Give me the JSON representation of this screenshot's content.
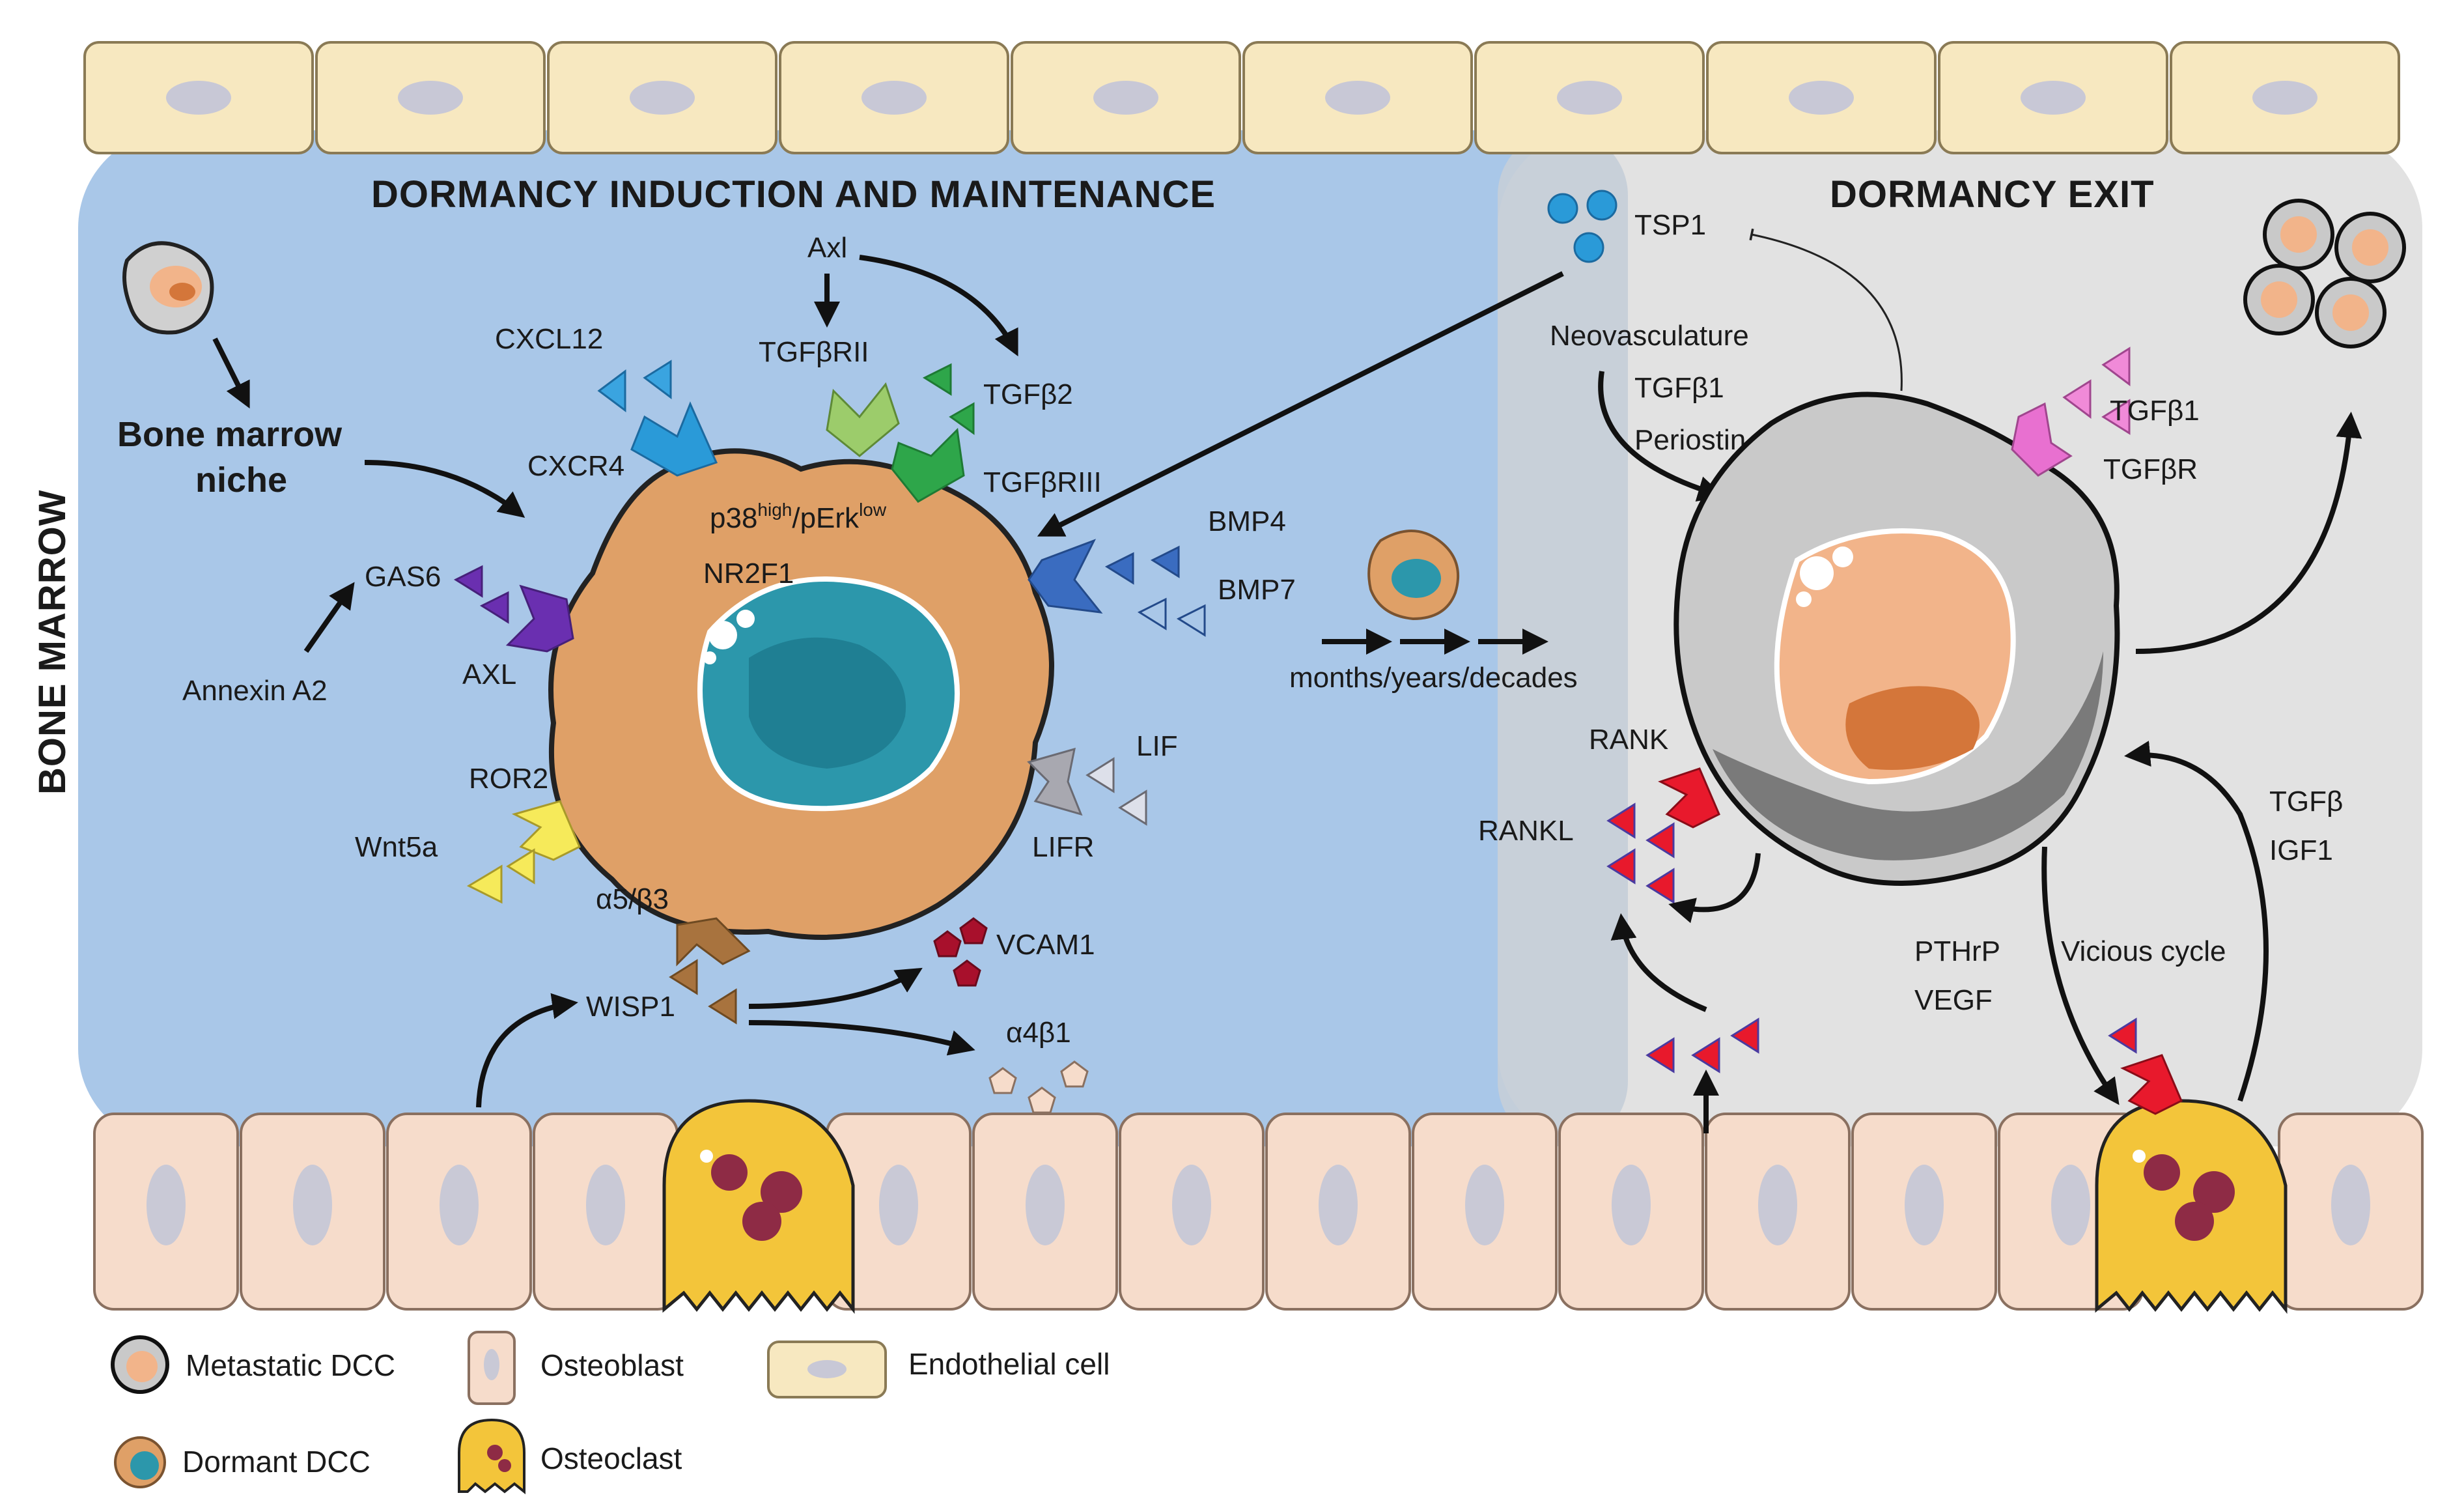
{
  "headers": {
    "induction": "DORMANCY INDUCTION AND MAINTENANCE",
    "exit": "DORMANCY EXIT",
    "side": "BONE MARROW"
  },
  "labels": {
    "niche_line1": "Bone marrow",
    "niche_line2": "niche",
    "cxcl12": "CXCL12",
    "cxcr4": "CXCR4",
    "axl_top": "Axl",
    "tgfbrii": "TGFβRII",
    "tgfb2": "TGFβ2",
    "tgfbriii": "TGFβRIII",
    "bmp4": "BMP4",
    "bmp7": "BMP7",
    "gas6": "GAS6",
    "axl": "AXL",
    "annexin": "Annexin A2",
    "ror2": "ROR2",
    "wnt5a": "Wnt5a",
    "a5b3": "α5/β3",
    "wisp1": "WISP1",
    "vcam1": "VCAM1",
    "a4b1": "α4β1",
    "lif": "LIF",
    "lifr": "LIFR",
    "p38": "p38",
    "p38_sup": "high",
    "perk": "/pErk",
    "perk_sup": "low",
    "nr2f1": "NR2F1",
    "time": "months/years/decades",
    "tsp1": "TSP1",
    "neovasc": "Neovasculature",
    "tgfb1_left": "TGFβ1",
    "periostin": "Periostin",
    "tgfb1_right": "TGFβ1",
    "tgfbr": "TGFβR",
    "rank": "RANK",
    "rankl": "RANKL",
    "tgfb": "TGFβ",
    "igf1": "IGF1",
    "pthrp": "PTHrP",
    "vegf": "VEGF",
    "vicious": "Vicious cycle"
  },
  "legend": {
    "metastatic": "Metastatic DCC",
    "osteoblast": "Osteoblast",
    "endothelial": "Endothelial cell",
    "dormant": "Dormant DCC",
    "osteoclast": "Osteoclast"
  },
  "colors": {
    "induction_bg": "#a9c7e8",
    "exit_bg": "#e2e2e2",
    "endothelial": "#f7e8c0",
    "osteoblast": "#f6dccb",
    "dormant_cell": "#dfa067",
    "dormant_nucleus": "#2c97ab",
    "metastatic_cell": "#c9c9c9",
    "metastatic_nucleus": "#f2b48a",
    "osteoclast": "#f3c53a"
  }
}
